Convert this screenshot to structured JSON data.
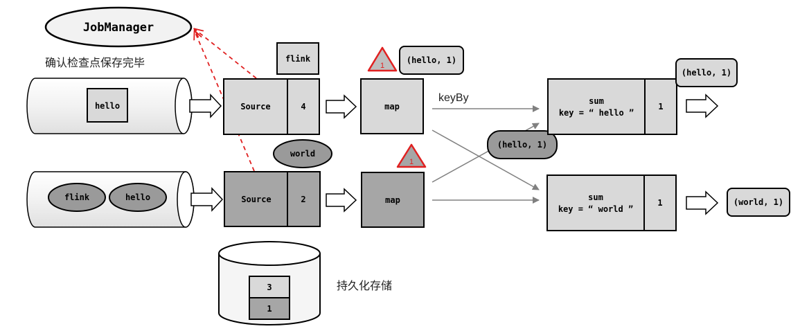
{
  "job_manager": {
    "label": "JobManager"
  },
  "checkpoint_done_label": "确认检查点保存完毕",
  "persist_label": "持久化存储",
  "key_by_label": "keyBy",
  "top_stream": {
    "queue_item": "hello",
    "source": {
      "label": "Source",
      "offset": "4"
    },
    "barrier_above_source": "flink",
    "map": {
      "label": "map",
      "barrier": "1",
      "emitted": "(hello, 1)"
    }
  },
  "bottom_stream": {
    "queue_items": [
      "flink",
      "hello"
    ],
    "source": {
      "label": "Source",
      "offset": "2"
    },
    "barrier_above_source": "world",
    "map": {
      "label": "map",
      "barrier": "1"
    }
  },
  "in_flight_record": "(hello, 1)",
  "sum_hello": {
    "title": "sum",
    "key": "key = “ hello ”",
    "state": "1",
    "output": "(hello, 1)"
  },
  "sum_world": {
    "title": "sum",
    "key": "key = “ world ”",
    "state": "1",
    "output": "(world, 1)"
  },
  "storage": {
    "entries": [
      "3",
      "1"
    ]
  },
  "colors": {
    "light_box": "#d9d9d9",
    "dark_box": "#a6a6a6",
    "oval_dark": "#9a9a9a",
    "barrier_red": "#e02020",
    "arrow_gray": "#808080"
  }
}
